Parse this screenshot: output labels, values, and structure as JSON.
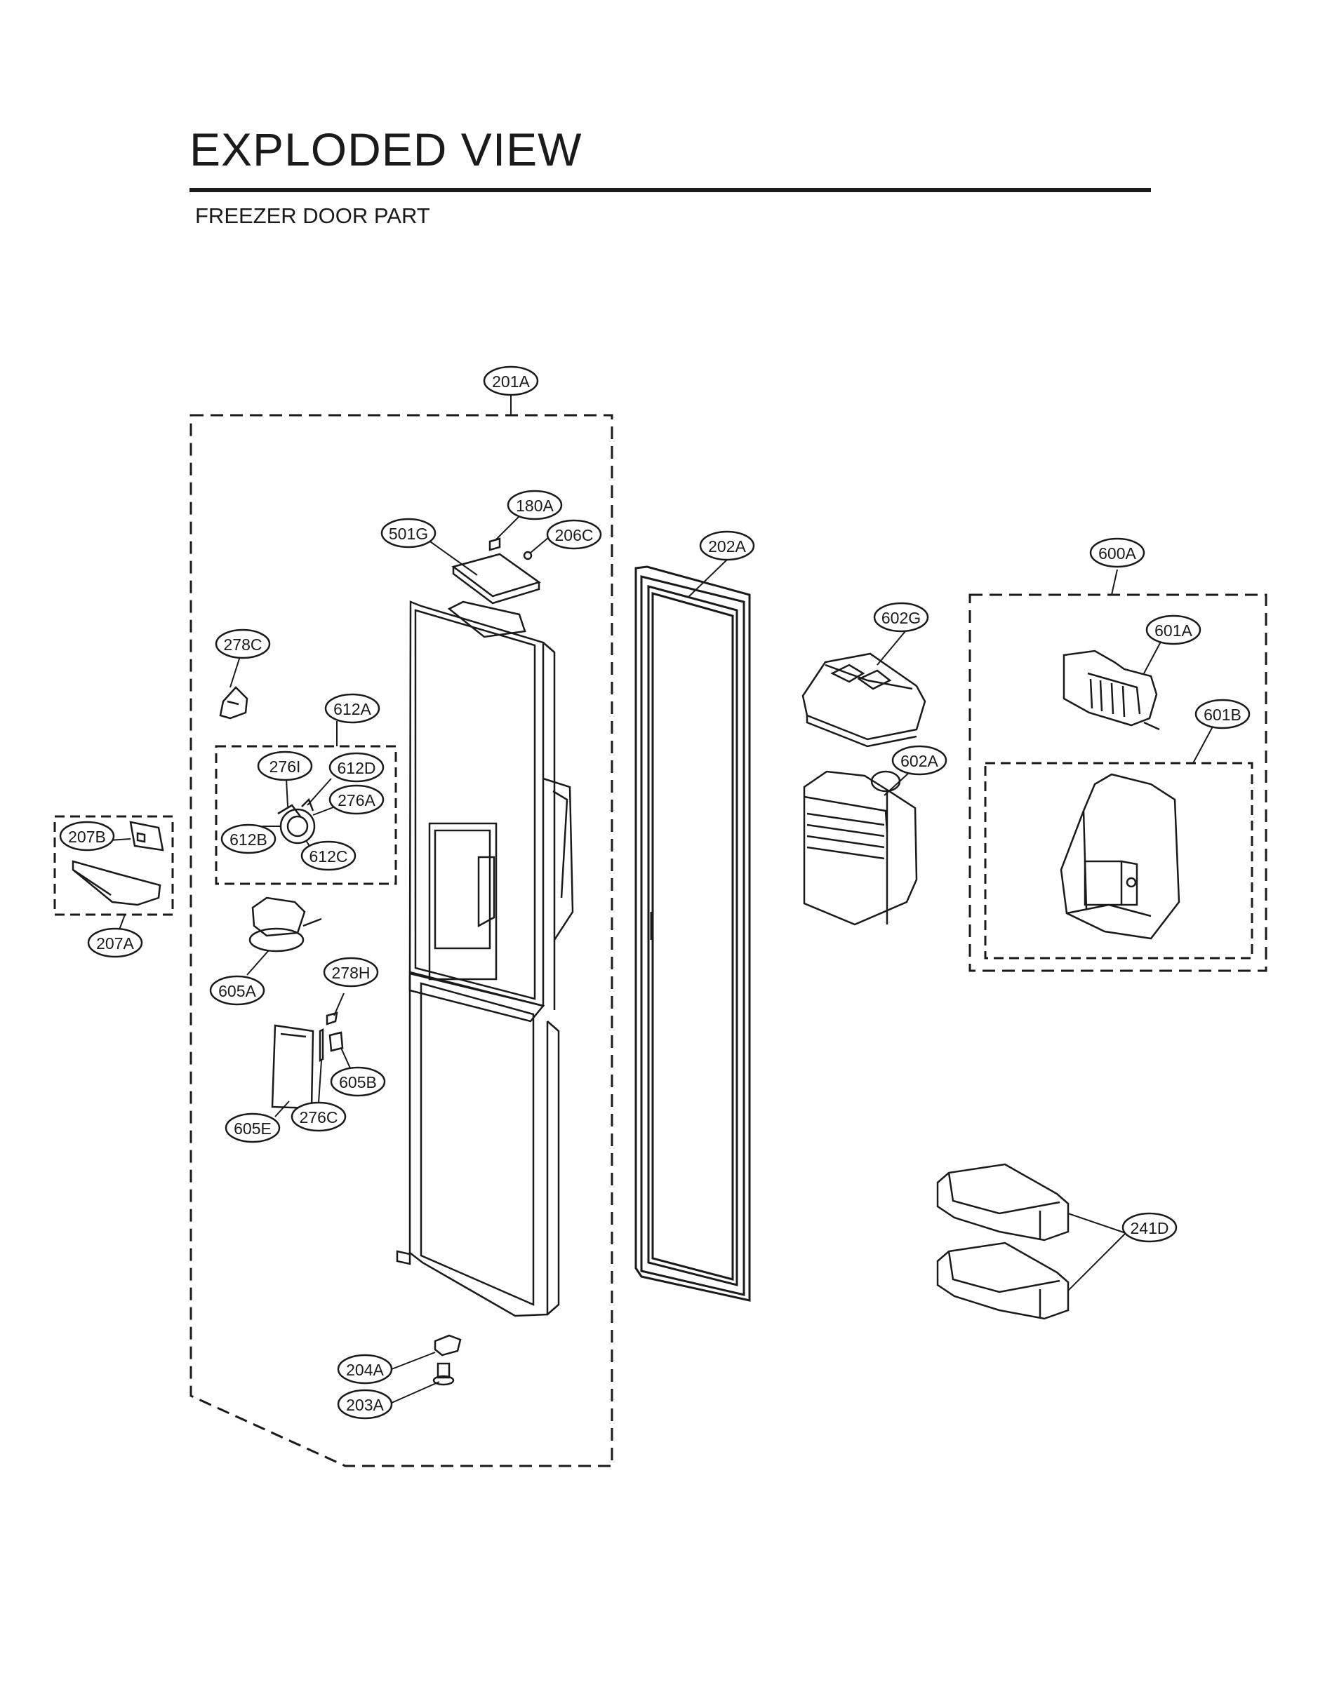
{
  "header": {
    "title": "EXPLODED VIEW",
    "subtitle": "FREEZER DOOR PART"
  },
  "labels": {
    "l201A": "201A",
    "l180A": "180A",
    "l501G": "501G",
    "l206C": "206C",
    "l202A": "202A",
    "l600A": "600A",
    "l602G": "602G",
    "l601A": "601A",
    "l601B": "601B",
    "l278C": "278C",
    "l612A": "612A",
    "l276I": "276I",
    "l612D": "612D",
    "l276A": "276A",
    "l612B": "612B",
    "l612C": "612C",
    "l602A": "602A",
    "l207B": "207B",
    "l207A": "207A",
    "l605A": "605A",
    "l278H": "278H",
    "l605B": "605B",
    "l605E": "605E",
    "l276C": "276C",
    "l241D": "241D",
    "l204A": "204A",
    "l203A": "203A"
  }
}
